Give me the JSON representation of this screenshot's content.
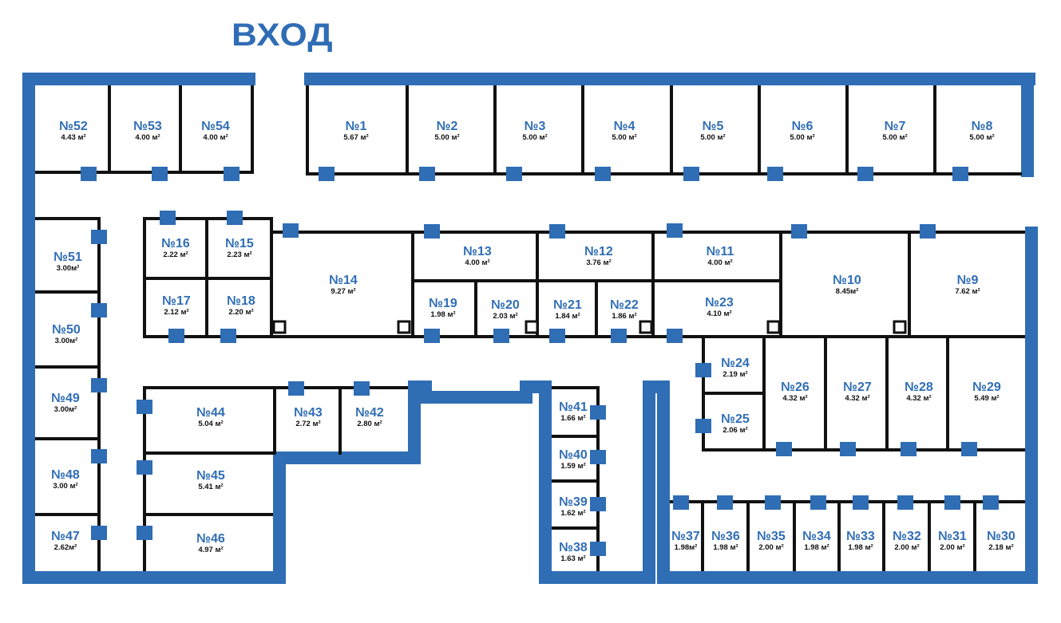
{
  "title": "ВХОД",
  "colors": {
    "wall_outer": "#2f6db5",
    "wall_inner": "#111111",
    "door": "#2f6db5",
    "label_number": "#2f6db5",
    "label_area": "#111111"
  },
  "rooms": [
    {
      "id": "r1",
      "num": "№1",
      "area": "5.67  м²"
    },
    {
      "id": "r2",
      "num": "№2",
      "area": "5.00  м²"
    },
    {
      "id": "r3",
      "num": "№3",
      "area": "5.00  м²"
    },
    {
      "id": "r4",
      "num": "№4",
      "area": "5.00  м²"
    },
    {
      "id": "r5",
      "num": "№5",
      "area": "5.00  м²"
    },
    {
      "id": "r6",
      "num": "№6",
      "area": "5.00  м²"
    },
    {
      "id": "r7",
      "num": "№7",
      "area": "5.00  м²"
    },
    {
      "id": "r8",
      "num": "№8",
      "area": "5.00  м²"
    },
    {
      "id": "r9",
      "num": "№9",
      "area": "7.62  м²"
    },
    {
      "id": "r10",
      "num": "№10",
      "area": "8.45м²"
    },
    {
      "id": "r11",
      "num": "№11",
      "area": "4.00 м²"
    },
    {
      "id": "r12",
      "num": "№12",
      "area": "3.76 м²"
    },
    {
      "id": "r13",
      "num": "№13",
      "area": "4.00 м²"
    },
    {
      "id": "r14",
      "num": "№14",
      "area": "9.27 м²"
    },
    {
      "id": "r15",
      "num": "№15",
      "area": "2.23 м²"
    },
    {
      "id": "r16",
      "num": "№16",
      "area": "2.22 м²"
    },
    {
      "id": "r17",
      "num": "№17",
      "area": "2.12 м²"
    },
    {
      "id": "r18",
      "num": "№18",
      "area": "2.20 м²"
    },
    {
      "id": "r19",
      "num": "№19",
      "area": "1.98 м²"
    },
    {
      "id": "r20",
      "num": "№20",
      "area": "2.03 м²"
    },
    {
      "id": "r21",
      "num": "№21",
      "area": "1.84 м²"
    },
    {
      "id": "r22",
      "num": "№22",
      "area": "1.86 м²"
    },
    {
      "id": "r23",
      "num": "№23",
      "area": "4.10 м²"
    },
    {
      "id": "r24",
      "num": "№24",
      "area": "2.19 м²"
    },
    {
      "id": "r25",
      "num": "№25",
      "area": "2.06 м²"
    },
    {
      "id": "r26",
      "num": "№26",
      "area": "4.32 м²"
    },
    {
      "id": "r27",
      "num": "№27",
      "area": "4.32 м²"
    },
    {
      "id": "r28",
      "num": "№28",
      "area": "4.32 м²"
    },
    {
      "id": "r29",
      "num": "№29",
      "area": "5.49 м²"
    },
    {
      "id": "r30",
      "num": "№30",
      "area": "2.18 м²"
    },
    {
      "id": "r31",
      "num": "№31",
      "area": "2.00 м²"
    },
    {
      "id": "r32",
      "num": "№32",
      "area": "2.00 м²"
    },
    {
      "id": "r33",
      "num": "№33",
      "area": "1.98 м²"
    },
    {
      "id": "r34",
      "num": "№34",
      "area": "1.98 м²"
    },
    {
      "id": "r35",
      "num": "№35",
      "area": "2.00 м²"
    },
    {
      "id": "r36",
      "num": "№36",
      "area": "1.98 м²"
    },
    {
      "id": "r37",
      "num": "№37",
      "area": "1.98м²"
    },
    {
      "id": "r38",
      "num": "№38",
      "area": "1.63 м²"
    },
    {
      "id": "r39",
      "num": "№39",
      "area": "1.62 м²"
    },
    {
      "id": "r40",
      "num": "№40",
      "area": "1.59 м²"
    },
    {
      "id": "r41",
      "num": "№41",
      "area": "1.66 м²"
    },
    {
      "id": "r42",
      "num": "№42",
      "area": "2.80 м²"
    },
    {
      "id": "r43",
      "num": "№43",
      "area": "2.72 м²"
    },
    {
      "id": "r44",
      "num": "№44",
      "area": "5.04 м²"
    },
    {
      "id": "r45",
      "num": "№45",
      "area": "5.41 м²"
    },
    {
      "id": "r46",
      "num": "№46",
      "area": "4.97 м²"
    },
    {
      "id": "r47",
      "num": "№47",
      "area": "2.62м²"
    },
    {
      "id": "r48",
      "num": "№48",
      "area": "3.00 м²"
    },
    {
      "id": "r49",
      "num": "№49",
      "area": "3.00м²"
    },
    {
      "id": "r50",
      "num": "№50",
      "area": "3.00м²"
    },
    {
      "id": "r51",
      "num": "№51",
      "area": "3.00м²"
    },
    {
      "id": "r52",
      "num": "№52",
      "area": "4.43  м²"
    },
    {
      "id": "r53",
      "num": "№53",
      "area": "4.00  м²"
    },
    {
      "id": "r54",
      "num": "№54",
      "area": "4.00  м²"
    }
  ]
}
